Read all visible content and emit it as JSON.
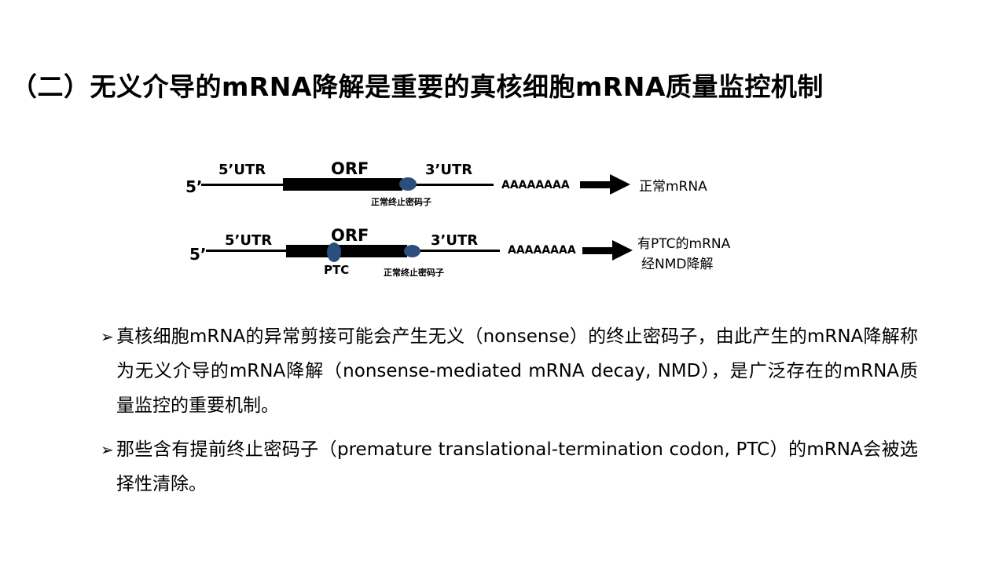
{
  "title": "（二）无义介导的mRNA降解是重要的真核细胞mRNA质量监控机制",
  "diagram": {
    "row1": {
      "five_prime": "5’",
      "utr5": "5’UTR",
      "orf": "ORF",
      "utr3": "3’UTR",
      "stop_label": "正常终止密码子",
      "polya": "AAAAAAAA",
      "result": "正常mRNA"
    },
    "row2": {
      "five_prime": "5’",
      "utr5": "5’UTR",
      "orf": "ORF",
      "utr3": "3’UTR",
      "ptc_label": "PTC",
      "stop_label": "正常终止密码子",
      "polya": "AAAAAAAA",
      "result_line1": "有PTC的mRNA",
      "result_line2": "经NMD降解"
    },
    "dot_color": "#2b4f7c"
  },
  "bullets": [
    {
      "symbol": "➢",
      "text": "真核细胞mRNA的异常剪接可能会产生无义（nonsense）的终止密码子，由此产生的mRNA降解称为无义介导的mRNA降解（nonsense-mediated mRNA decay, NMD），是广泛存在的mRNA质量监控的重要机制。"
    },
    {
      "symbol": "➢",
      "text": "那些含有提前终止密码子（premature translational-termination codon, PTC）的mRNA会被选择性清除。"
    }
  ]
}
